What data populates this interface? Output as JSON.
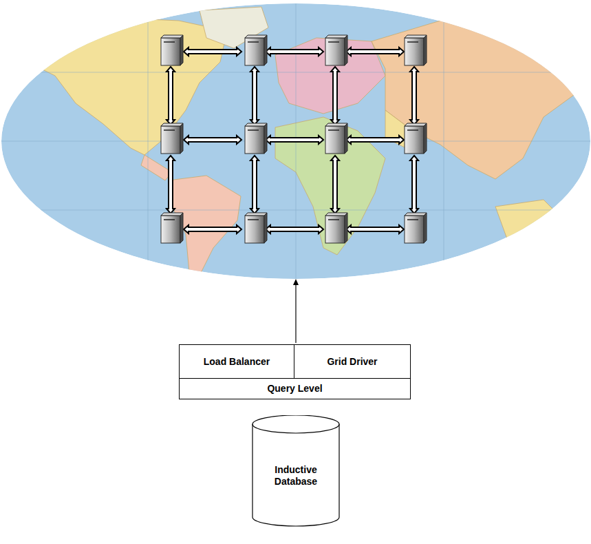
{
  "diagram": {
    "nodes": [
      {
        "text": [
          "Load Balancer"
        ]
      },
      {
        "text": [
          "Grid Driver"
        ]
      },
      {
        "text": [
          "Query Level"
        ]
      },
      {
        "text": [
          "Inductive Database"
        ]
      }
    ]
  }
}
